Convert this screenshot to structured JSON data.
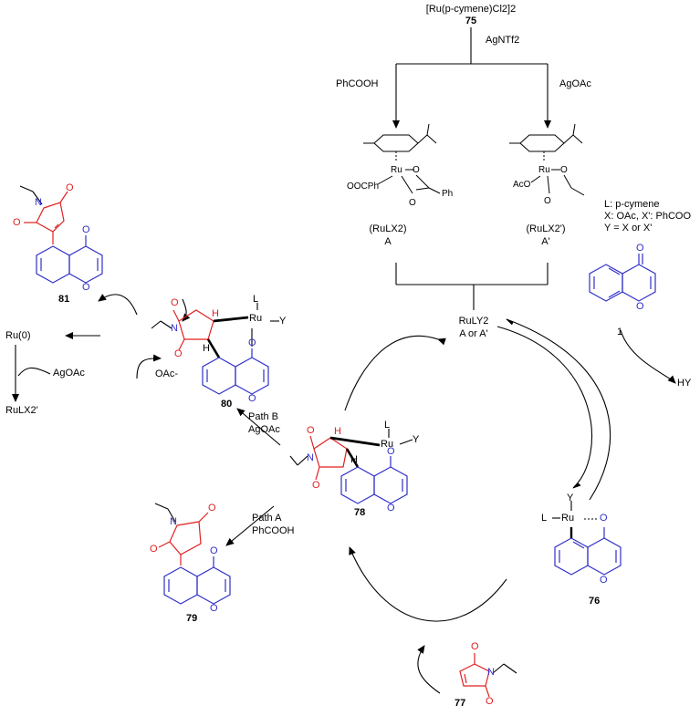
{
  "top": {
    "precursor": "[Ru(p-cymene)Cl2]2",
    "precursor_num": "75",
    "reagent": "AgNTf2",
    "left_branch": "PhCOOH",
    "right_branch": "AgOAc"
  },
  "complexA": {
    "ooc": "OOCPh",
    "ru": "Ru",
    "o1": "O",
    "o2": "O",
    "ph": "Ph",
    "formula": "(RuLX2)",
    "letter": "A"
  },
  "complexA2": {
    "aco": "AcO",
    "ru": "Ru",
    "o1": "O",
    "o2": "O",
    "formula": "(RuLX2')",
    "letter": "A'"
  },
  "legend": {
    "l1": "L: p-cymene",
    "l2": "X: OAc, X': PhCOO",
    "l3": "Y = X or X'"
  },
  "cycle": {
    "catalyst": "RuLY2",
    "catalyst_sub": "A or A'",
    "substrate_num": "1",
    "byproduct": "HY",
    "int76": "76",
    "maleimide_num": "77",
    "int78": "78",
    "path_a": "Path A",
    "path_a_reagent": "PhCOOH",
    "path_b": "Path B",
    "path_b_reagent": "AgOAc"
  },
  "products": {
    "p79": "79",
    "p80": "80",
    "p81": "81",
    "ru0": "Ru(0)",
    "agoac": "AgOAc",
    "rulx2": "RuLX2'",
    "oac": "OAc-"
  },
  "atoms": {
    "O": "O",
    "N": "N",
    "H": "H",
    "L": "L",
    "Y": "Y",
    "Ru": "Ru"
  },
  "colors": {
    "chromone": "#3030c8",
    "maleimide": "#e02020"
  }
}
